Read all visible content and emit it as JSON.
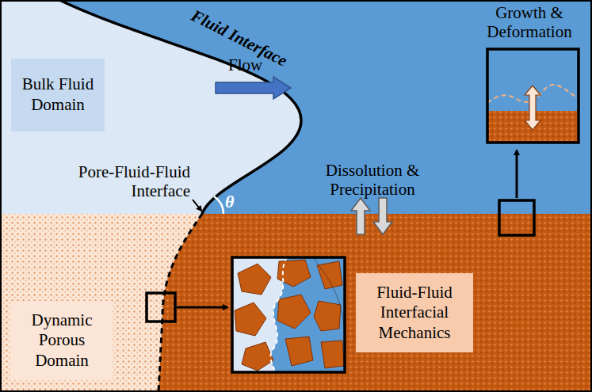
{
  "diagram": {
    "nodes": [
      {
        "text": [
          "Bulk Fluid Domain"
        ]
      },
      {
        "text": [
          "Dynamic Porous Domain"
        ]
      },
      {
        "text": [
          "Fluid-Fluid Interfacial Mechanics"
        ]
      }
    ],
    "labels": [
      "Fluid Interface",
      "Flow",
      "Pore-Fluid-Fluid Interface",
      "θ",
      "Dissolution & Precipitation",
      "Growth & Deformation"
    ]
  }
}
